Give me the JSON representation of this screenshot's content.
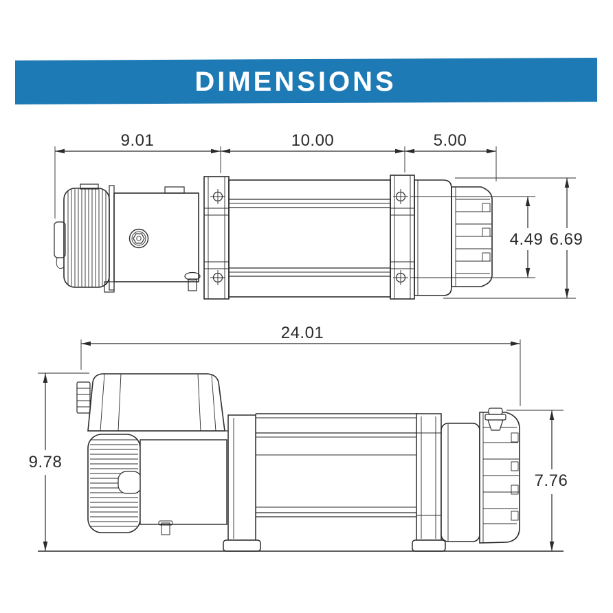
{
  "banner": {
    "title": "DIMENSIONS",
    "bg_color": "#1e7ab5",
    "text_color": "#ffffff"
  },
  "top_view": {
    "length_segments": [
      "9.01",
      "10.00",
      "5.00"
    ],
    "bolt_pattern_height": "4.49",
    "overall_height": "6.69"
  },
  "side_view": {
    "overall_length": "24.01",
    "overall_height": "9.78",
    "drum_end_height": "7.76"
  },
  "style": {
    "line_color": "#2b2b2b",
    "background": "#ffffff"
  }
}
